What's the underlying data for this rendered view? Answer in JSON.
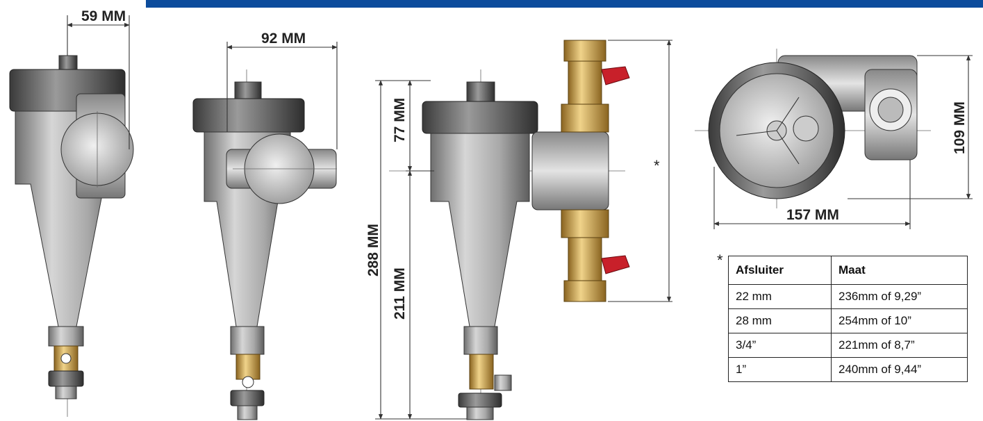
{
  "dimensions": {
    "side_width": "59 MM",
    "front_width": "92 MM",
    "upper_height": "77 MM",
    "total_height": "288 MM",
    "lower_height": "211 MM",
    "top_depth": "109 MM",
    "top_width": "157 MM"
  },
  "valve_note_marker": "*",
  "table": {
    "marker": "*",
    "headers": [
      "Afsluiter",
      "Maat"
    ],
    "rows": [
      [
        "22 mm",
        "236mm of 9,29”"
      ],
      [
        "28 mm",
        "254mm of 10”"
      ],
      [
        "3/4”",
        "221mm of 8,7”"
      ],
      [
        "1”",
        "240mm of 9,44”"
      ]
    ]
  },
  "colors": {
    "header_bar": "#0c4c9c",
    "brass": "#c9a046",
    "valve_handle": "#c8202a",
    "body_grey": "#9a9a9a"
  }
}
